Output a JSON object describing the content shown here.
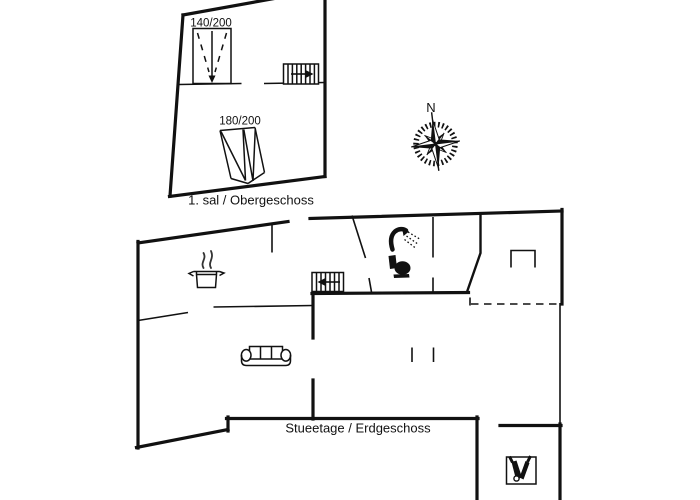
{
  "canvas": {
    "background": "#ffffff",
    "ink": "#111111"
  },
  "upper_floor": {
    "label": "1. sal / Obergeschoss",
    "bed_small": {
      "label": "140/200"
    },
    "bed_large": {
      "label": "180/200"
    }
  },
  "ground_floor": {
    "label": "Stueetage / Erdgeschoss"
  },
  "compass": {
    "north_label": "N"
  },
  "icons": {
    "upper_stairs": "stairs-arrow-right-icon",
    "ground_stairs": "stairs-arrow-left-icon",
    "kitchen": "cooking-pot-steam-icon",
    "bathroom_shower": "shower-head-icon",
    "bathroom_toilet": "toilet-icon",
    "living_room": "sofa-icon",
    "fireplace": "stove-open-square-icon",
    "annex": "bottles-box-icon",
    "compass": "compass-rose-icon"
  }
}
